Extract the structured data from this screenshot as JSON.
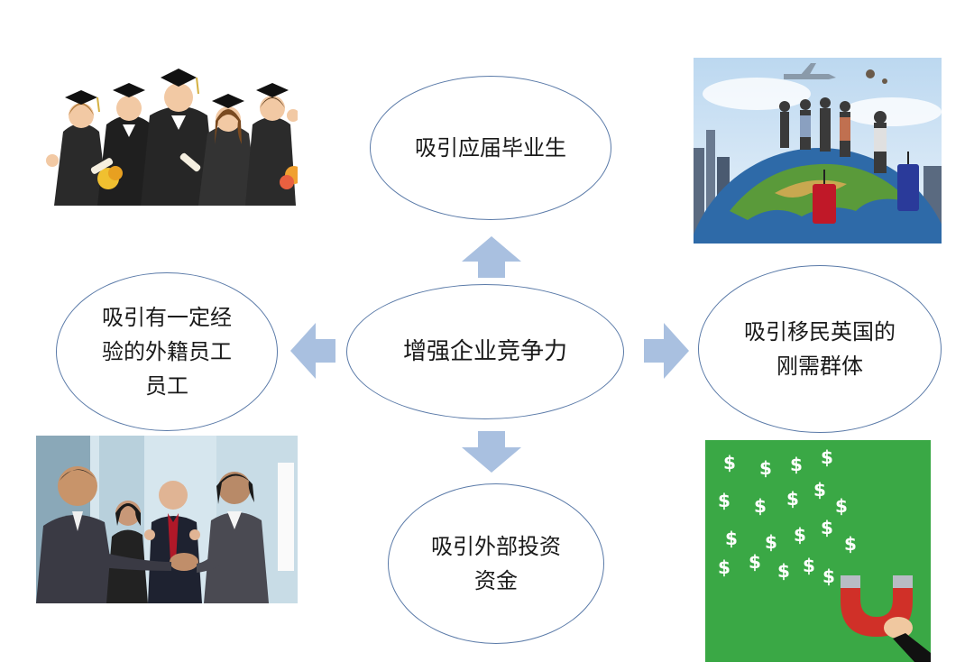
{
  "center": {
    "label": "增强企业竞争力"
  },
  "nodes": {
    "top": "吸引应届毕业生",
    "left": "吸引有一定经\n验的外籍员工\n员工",
    "right": "吸引移民英国的\n刚需群体",
    "bottom": "吸引外部投资\n资金"
  },
  "colors": {
    "arrow": "#a9c0e0",
    "ellipse_border": "#5a7aa8",
    "money_bg": "#3aa845",
    "globe_sky": "#cfe3f5"
  },
  "images": {
    "top_left": "graduates-illustration",
    "top_right": "travelers-on-globe-photo",
    "bottom_left": "business-handshake-photo",
    "bottom_right": "magnet-attracting-money-illustration"
  }
}
